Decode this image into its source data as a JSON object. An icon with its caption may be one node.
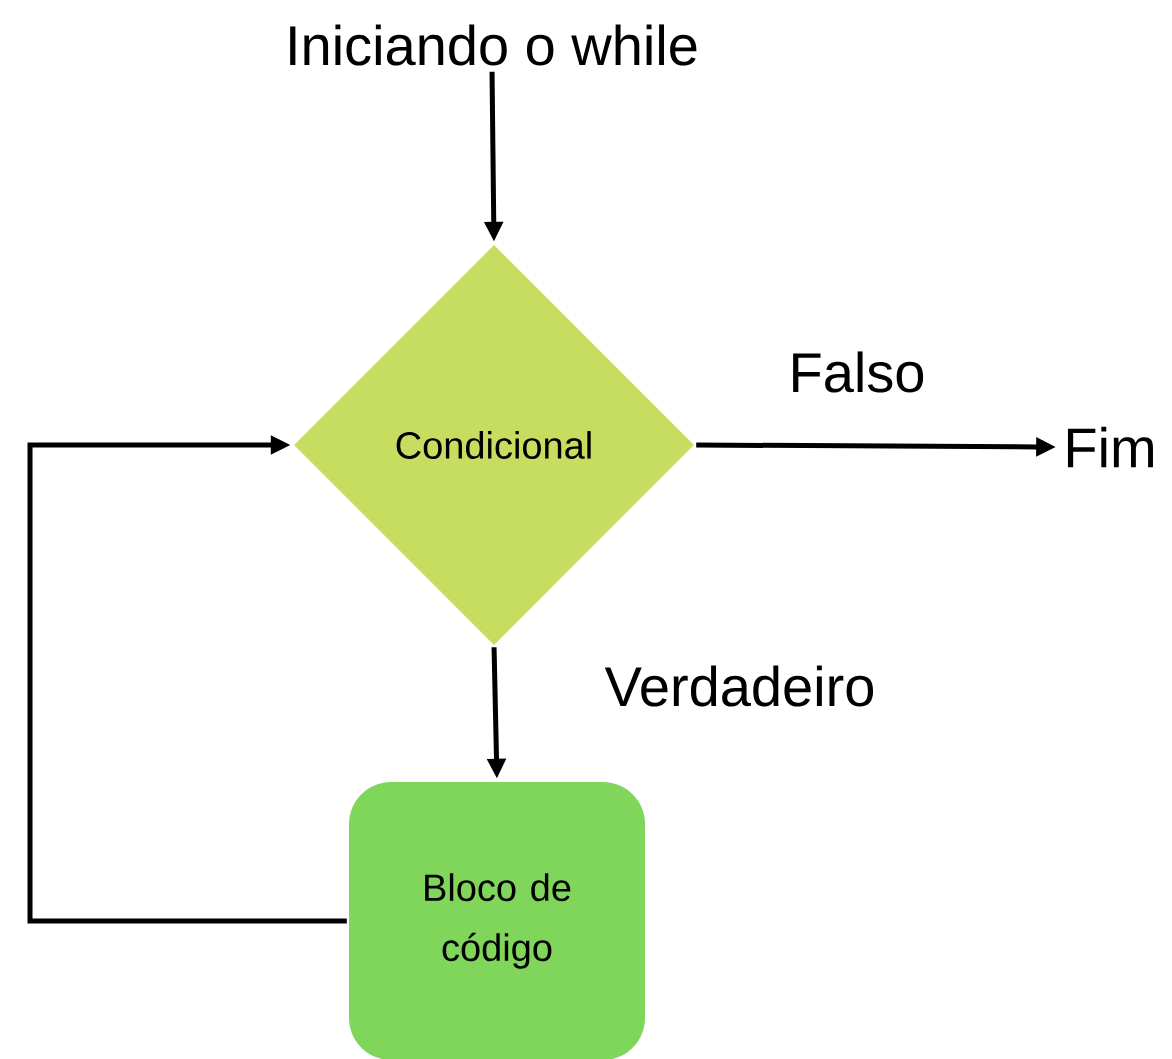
{
  "diagram": {
    "nodes": [
      {
        "text": [
          "Iniciando o while"
        ]
      },
      {
        "text": [
          "Condicional"
        ]
      },
      {
        "text": [
          "Fim"
        ]
      },
      {
        "text": [
          "Bloco de código"
        ]
      }
    ],
    "edges": [
      {
        "from": 0,
        "to": 1,
        "arrow": "to"
      },
      {
        "from": 1,
        "to": 2,
        "arrow": "to",
        "label": "Falso"
      },
      {
        "from": 1,
        "to": 3,
        "arrow": "to",
        "label": "Verdadeiro"
      },
      {
        "from": 3,
        "to": 1,
        "arrow": "to"
      }
    ]
  }
}
